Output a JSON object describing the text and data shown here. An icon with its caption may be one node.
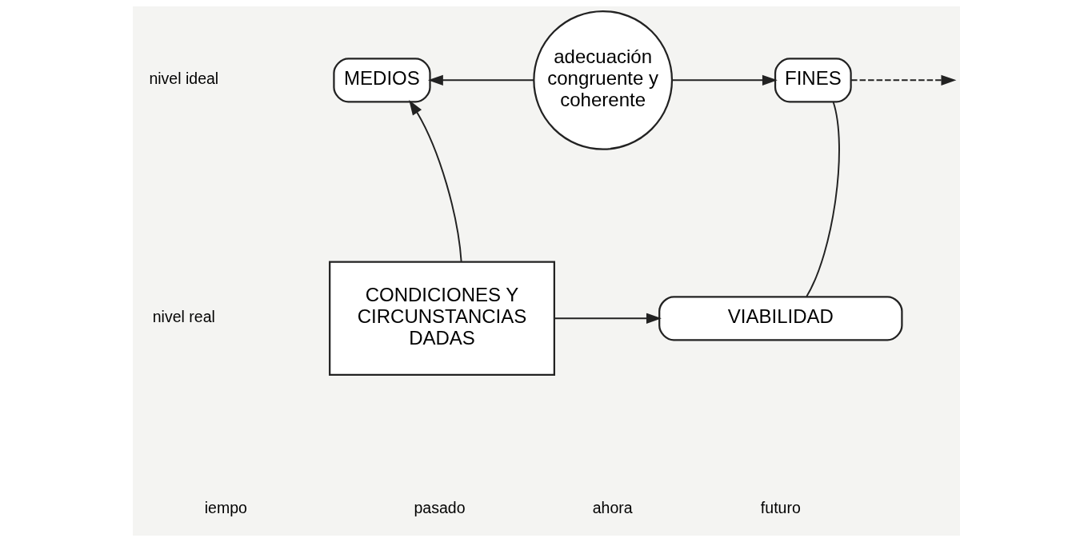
{
  "diagram": {
    "nodes": [
      {
        "text": [
          "MEDIOS"
        ]
      },
      {
        "text": [
          "adecuación congruente y coherente"
        ]
      },
      {
        "text": [
          "FINES"
        ]
      },
      {
        "text": [
          "CONDICIONES Y CIRCUNSTANCIAS DADAS"
        ]
      },
      {
        "text": [
          "VIABILIDAD"
        ]
      }
    ],
    "edges": [
      {
        "from": 1,
        "to": 0,
        "arrow": "to"
      },
      {
        "from": 1,
        "to": 2,
        "arrow": "to"
      },
      {
        "from": 2,
        "to": null,
        "arrow": "to",
        "style": "dashed"
      },
      {
        "from": 3,
        "to": 0,
        "arrow": "to"
      },
      {
        "from": 3,
        "to": 4,
        "arrow": "to"
      },
      {
        "from": 4,
        "to": 2,
        "arrow": "none"
      }
    ],
    "labels": [
      "nivel ideal",
      "nivel real",
      "iempo",
      "pasado",
      "ahora",
      "futuro"
    ]
  }
}
